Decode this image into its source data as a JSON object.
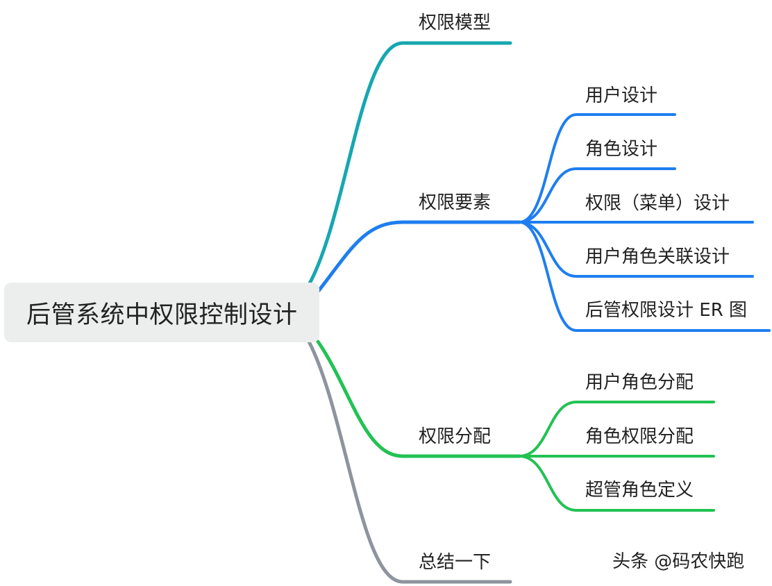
{
  "root": {
    "label": "后管系统中权限控制设计"
  },
  "branches": [
    {
      "label": "权限模型",
      "color": "#16a7b0",
      "children": []
    },
    {
      "label": "权限要素",
      "color": "#1e7ef0",
      "children": [
        {
          "label": "用户设计"
        },
        {
          "label": "角色设计"
        },
        {
          "label": "权限（菜单）设计"
        },
        {
          "label": "用户角色关联设计"
        },
        {
          "label": "后管权限设计 ER 图"
        }
      ]
    },
    {
      "label": "权限分配",
      "color": "#22c253",
      "children": [
        {
          "label": "用户角色分配"
        },
        {
          "label": "角色权限分配"
        },
        {
          "label": "超管角色定义"
        }
      ]
    },
    {
      "label": "总结一下",
      "color": "#8d949e",
      "children": []
    }
  ],
  "watermark": {
    "label": "头条 @码农快跑"
  }
}
